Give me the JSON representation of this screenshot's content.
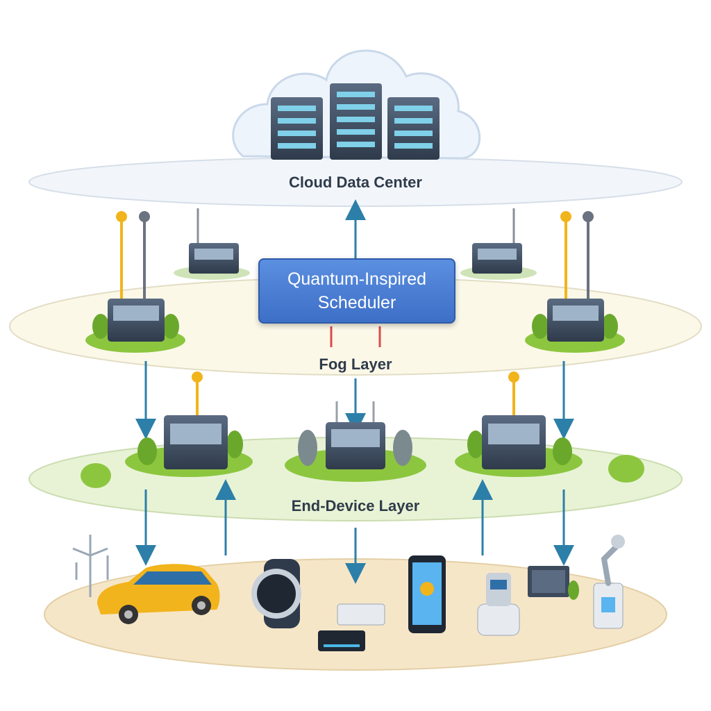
{
  "layers": {
    "cloud": {
      "label": "Cloud Data Center"
    },
    "fog": {
      "label": "Fog Layer"
    },
    "end_device": {
      "label": "End-Device Layer"
    }
  },
  "scheduler": {
    "label": "Quantum-Inspired Scheduler"
  },
  "colors": {
    "cloud_platform": "#f2f6fb",
    "fog_platform": "#fbf8e8",
    "end_device_platform": "#e8f3d6",
    "ground_platform": "#f6e6c8",
    "scheduler_fill": "#4a7fd6",
    "arrow": "#2c7fa8",
    "server_body": "#3d4a5c",
    "grass": "#8cc63f",
    "car": "#f2b41c"
  },
  "icons": [
    "server-rack-icon",
    "fog-node-icon",
    "antenna-icon",
    "car-icon",
    "smartwatch-icon",
    "smartphone-icon",
    "router-icon",
    "robot-icon",
    "monitor-icon",
    "wind-turbine-icon",
    "robotic-arm-icon"
  ]
}
